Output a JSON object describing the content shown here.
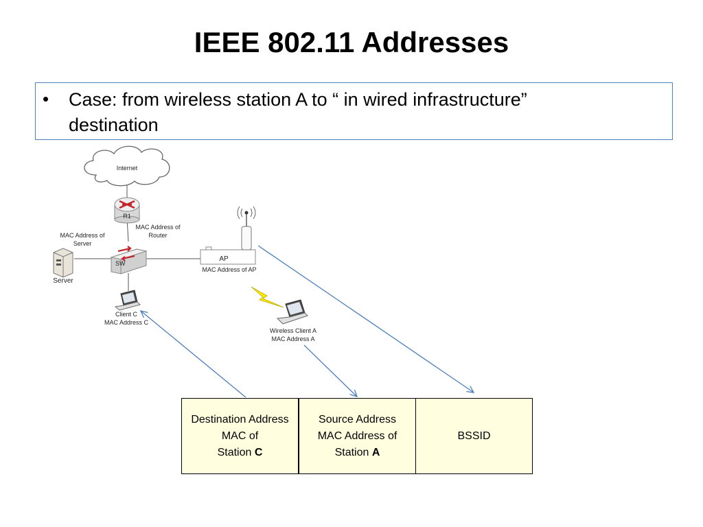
{
  "title": "IEEE 802.11 Addresses",
  "bullet": {
    "symbol": "•",
    "line1": "Case: from wireless station A to “ in wired infrastructure”",
    "line2": "destination"
  },
  "diagram": {
    "internet": "Internet",
    "router": "R1",
    "router_mac": [
      "MAC Address of",
      "Router"
    ],
    "server_mac": [
      "MAC Address of",
      "Server"
    ],
    "server": "Server",
    "switch": "SW",
    "ap": "AP",
    "ap_mac": "MAC Address of AP",
    "client_c": [
      "Client C",
      "MAC Address C"
    ],
    "client_a": [
      "Wireless Client A",
      "MAC Address A"
    ]
  },
  "frame": {
    "dest": {
      "l1": "Destination Address",
      "l2": "MAC of",
      "l3_pre": "Station ",
      "l3_bold": "C"
    },
    "src": {
      "l1": "Source Address",
      "l2": "MAC Address of",
      "l3_pre": "Station ",
      "l3_bold": "A"
    },
    "bssid": "BSSID"
  },
  "colors": {
    "arrow": "#4a7ebb",
    "frame_bg": "#ffffe0",
    "box_border": "#4f81bd",
    "device_red": "#c0262c"
  }
}
